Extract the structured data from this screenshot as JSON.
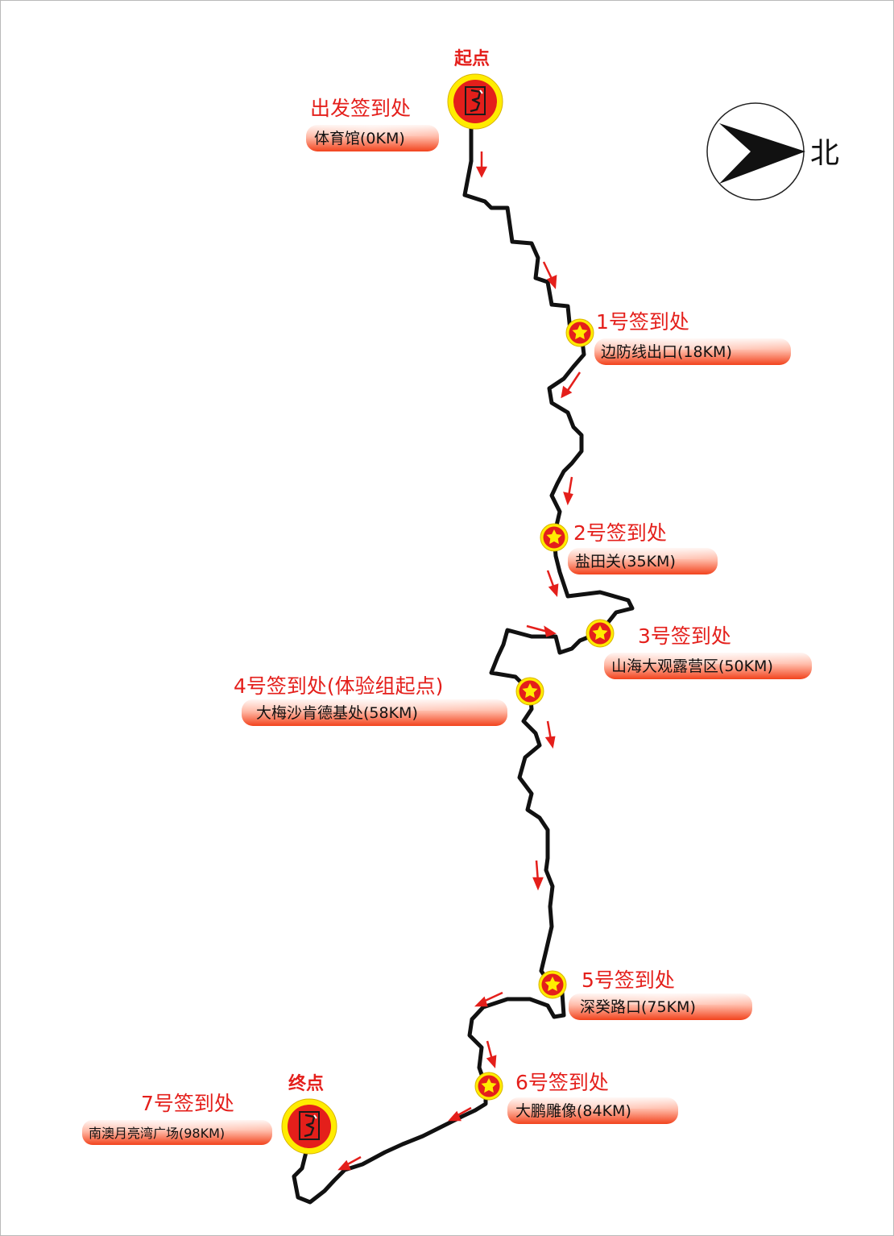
{
  "map": {
    "compass": {
      "label": "北",
      "icon": "north-arrow-icon"
    },
    "route_color": "#111111",
    "arrow_color": "#e41f1b",
    "accent_color": "#e41f1b",
    "marker_ring_color": "#ffec00",
    "start": {
      "marker_label": "起点",
      "title": "出发签到处",
      "location": "体育馆(0KM)",
      "distance_km": 0,
      "icon": "logo-badge-icon"
    },
    "checkpoints": [
      {
        "title": "1号签到处",
        "location": "边防线出口(18KM)",
        "distance_km": 18,
        "icon": "star-icon"
      },
      {
        "title": "2号签到处",
        "location": "盐田关(35KM)",
        "distance_km": 35,
        "icon": "star-icon"
      },
      {
        "title": "3号签到处",
        "location": "山海大观露营区(50KM)",
        "distance_km": 50,
        "icon": "star-icon"
      },
      {
        "title": "4号签到处(体验组起点)",
        "location": "大梅沙肯德基处(58KM)",
        "distance_km": 58,
        "icon": "star-icon"
      },
      {
        "title": "5号签到处",
        "location": "深癸路口(75KM)",
        "distance_km": 75,
        "icon": "star-icon"
      },
      {
        "title": "6号签到处",
        "location": "大鹏雕像(84KM)",
        "distance_km": 84,
        "icon": "star-icon"
      }
    ],
    "finish": {
      "marker_label": "终点",
      "title": "7号签到处",
      "location": "南澳月亮湾广场(98KM)",
      "distance_km": 98,
      "icon": "logo-badge-icon"
    }
  }
}
